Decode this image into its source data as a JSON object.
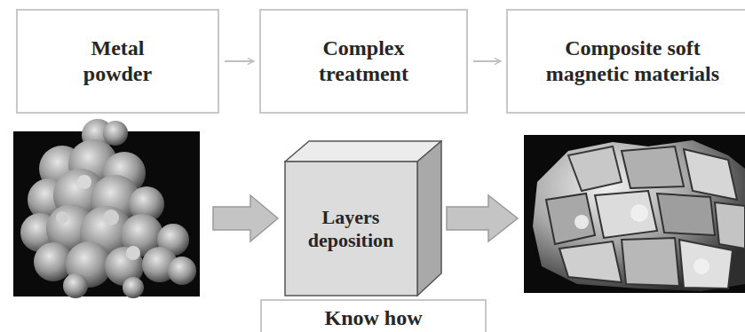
{
  "diagram": {
    "nodes": [
      {
        "text": [
          "Metal powder"
        ]
      },
      {
        "text": [
          "Complex treatment"
        ]
      },
      {
        "text": [
          "Composite soft magnetic materials"
        ]
      },
      {
        "text": [
          "Layers deposition"
        ]
      },
      {
        "text": [
          "Know how"
        ]
      }
    ],
    "edges": [
      {
        "from": 0,
        "to": 1,
        "arrow": "to"
      },
      {
        "from": 1,
        "to": 2,
        "arrow": "to"
      }
    ]
  }
}
